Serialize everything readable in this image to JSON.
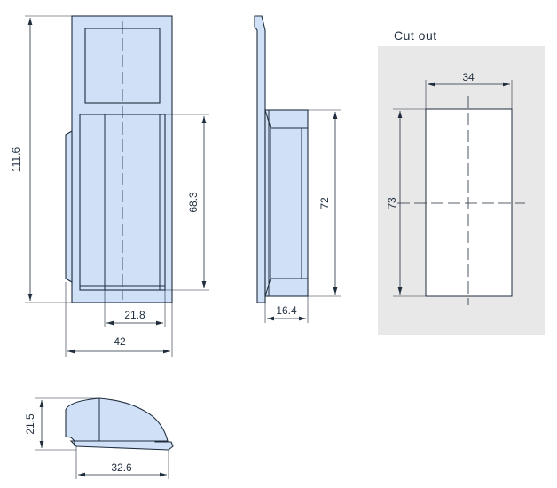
{
  "cutout": {
    "title": "Cut out",
    "width_label": "34",
    "height_label": "73"
  },
  "front_view": {
    "overall_height_label": "111.6",
    "pocket_height_label": "68.3",
    "pocket_width_label": "21.8",
    "overall_width_label": "42"
  },
  "side_view": {
    "height_label": "72",
    "depth_label": "16.4"
  },
  "bottom_view": {
    "height_label": "21.5",
    "width_label": "32.6"
  },
  "colors": {
    "part_fill": "#cfe0f7",
    "outline": "#1f2d3d",
    "cutout_panel": "#e8e8e8"
  }
}
